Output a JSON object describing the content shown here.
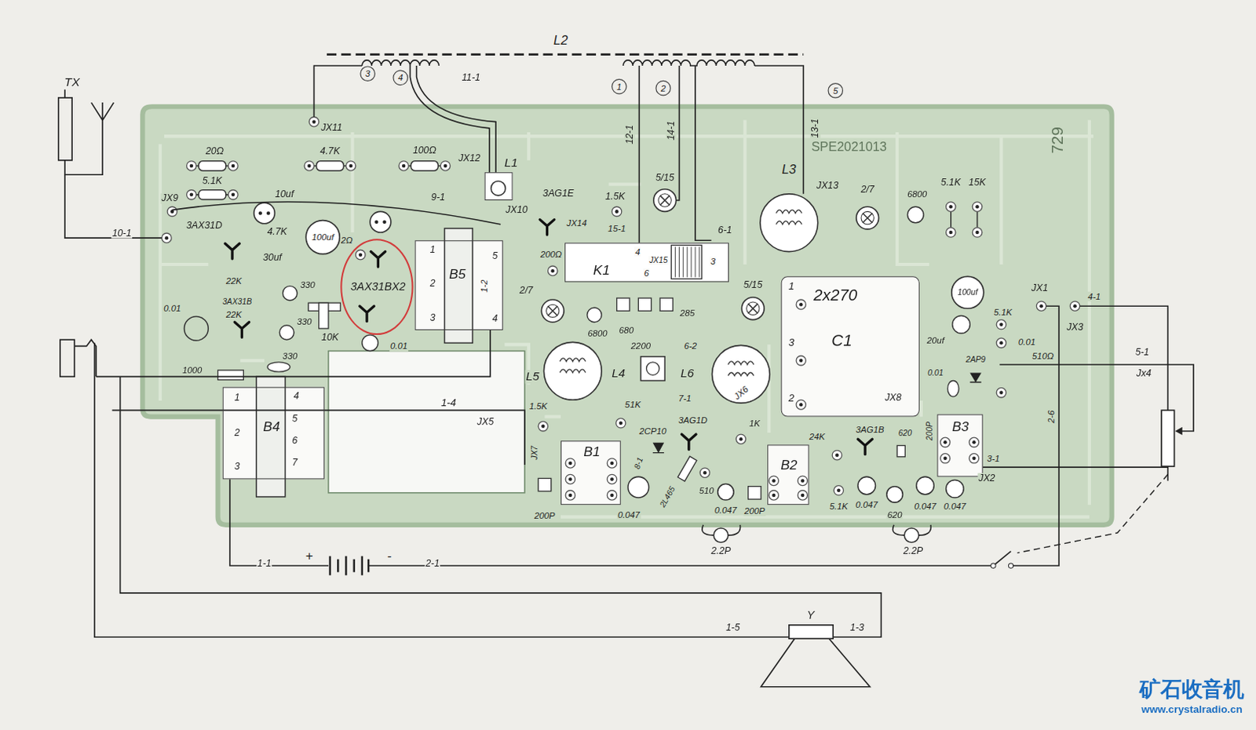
{
  "diagram": {
    "nodes": [
      {
        "text": [
          "B5"
        ]
      },
      {
        "text": [
          "3AX31BX2"
        ]
      },
      {
        "text": [
          "K1"
        ]
      },
      {
        "text": [
          "2x270",
          "C1"
        ]
      },
      {
        "text": [
          "B4"
        ]
      },
      {
        "text": [
          "B1"
        ]
      },
      {
        "text": [
          "B2"
        ]
      },
      {
        "text": [
          "B3"
        ]
      },
      {
        "text": [
          "L1"
        ]
      }
    ],
    "labels": [
      "TX",
      "L2",
      "3",
      "4",
      "11-1",
      "1",
      "2",
      "5",
      "12-1",
      "14-1",
      "13-1",
      "JX11",
      "SPE2021013",
      "729",
      "20Ω",
      "4.7K",
      "100Ω",
      "JX12",
      "5.1K",
      "10uf",
      "JX9",
      "9-1",
      "JX10",
      "3AG1E",
      "1.5K",
      "5/15",
      "L3",
      "JX13",
      "2/7",
      "6800",
      "5.1K",
      "15K",
      "3AX31D",
      "4.7K",
      "100uf",
      "JX14",
      "15-1",
      "6-1",
      "10-1",
      "30uf",
      "2Ω",
      "1",
      "2",
      "3",
      "5",
      "4",
      "1-2",
      "200Ω",
      "JX15",
      "4",
      "6",
      "3",
      "22K",
      "330",
      "3AX31B",
      "0.01",
      "22K",
      "330",
      "10K",
      "0.01",
      "2/7",
      "6800",
      "680",
      "285",
      "5/15",
      "1",
      "3",
      "2",
      "100uf",
      "JX1",
      "4-1",
      "JX3",
      "5.1K",
      "20uf",
      "0.01",
      "510Ω",
      "5-1",
      "Jx4",
      "2AP9",
      "0.01",
      "2200",
      "6-2",
      "L5",
      "L4",
      "L6",
      "JX6",
      "1000",
      "330",
      "1-4",
      "JX5",
      "1.5K",
      "51K",
      "7-1",
      "JX8",
      "3AG1D",
      "1K",
      "2CP10",
      "24K",
      "3AG1B",
      "620",
      "200P",
      "2-6",
      "3-1",
      "JX2",
      "JX7",
      "8-1",
      "2L465",
      "200P",
      "0.047",
      "510",
      "0.047",
      "200P",
      "5.1K",
      "0.047",
      "620",
      "0.047",
      "0.047",
      "2.2P",
      "2.2P",
      "1-1",
      "+",
      "-",
      "2-1",
      "Y",
      "1-5",
      "1-3",
      "1",
      "2",
      "3",
      "4",
      "5",
      "6",
      "7",
      "矿石收音机",
      "www.crystalradio.cn"
    ]
  }
}
